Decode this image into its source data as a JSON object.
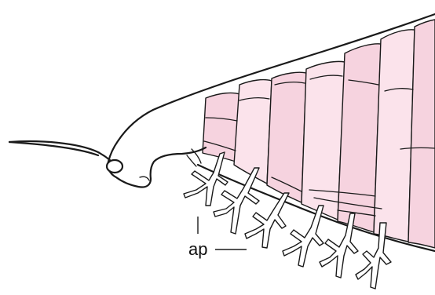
{
  "figure": {
    "label_ap": "ap",
    "colors": {
      "segment_fill": "#f6d3df",
      "segment_fill_light": "#fbe3eb",
      "outline": "#1a1a1a",
      "background": "#ffffff"
    },
    "segments_count_visible": 7,
    "appendages_count_visible": 6
  }
}
